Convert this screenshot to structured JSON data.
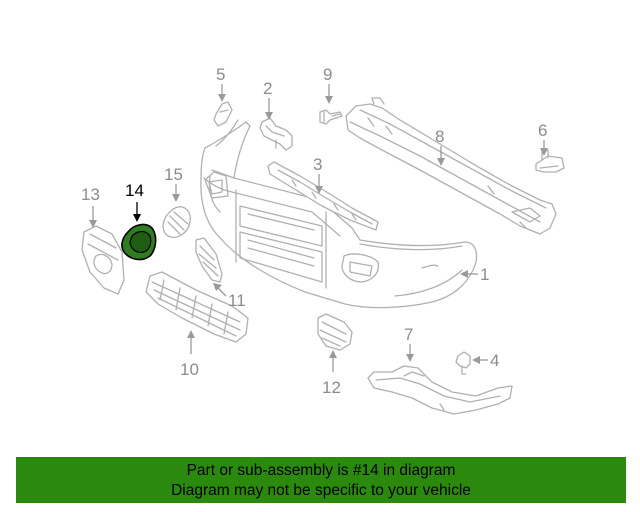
{
  "callouts": [
    {
      "id": "1",
      "label": "1",
      "active": false
    },
    {
      "id": "2",
      "label": "2",
      "active": false
    },
    {
      "id": "3",
      "label": "3",
      "active": false
    },
    {
      "id": "4",
      "label": "4",
      "active": false
    },
    {
      "id": "5",
      "label": "5",
      "active": false
    },
    {
      "id": "6",
      "label": "6",
      "active": false
    },
    {
      "id": "7",
      "label": "7",
      "active": false
    },
    {
      "id": "8",
      "label": "8",
      "active": false
    },
    {
      "id": "9",
      "label": "9",
      "active": false
    },
    {
      "id": "10",
      "label": "10",
      "active": false
    },
    {
      "id": "11",
      "label": "11",
      "active": false
    },
    {
      "id": "12",
      "label": "12",
      "active": false
    },
    {
      "id": "13",
      "label": "13",
      "active": false
    },
    {
      "id": "14",
      "label": "14",
      "active": true
    },
    {
      "id": "15",
      "label": "15",
      "active": false
    }
  ],
  "banner": {
    "line1": "Part or sub-assembly is #14 in diagram",
    "line2": "Diagram may not be specific to your vehicle"
  },
  "colors": {
    "highlight": "#2f7d1e",
    "banner": "#2b8a0e",
    "parts": "#b0b0b0"
  }
}
